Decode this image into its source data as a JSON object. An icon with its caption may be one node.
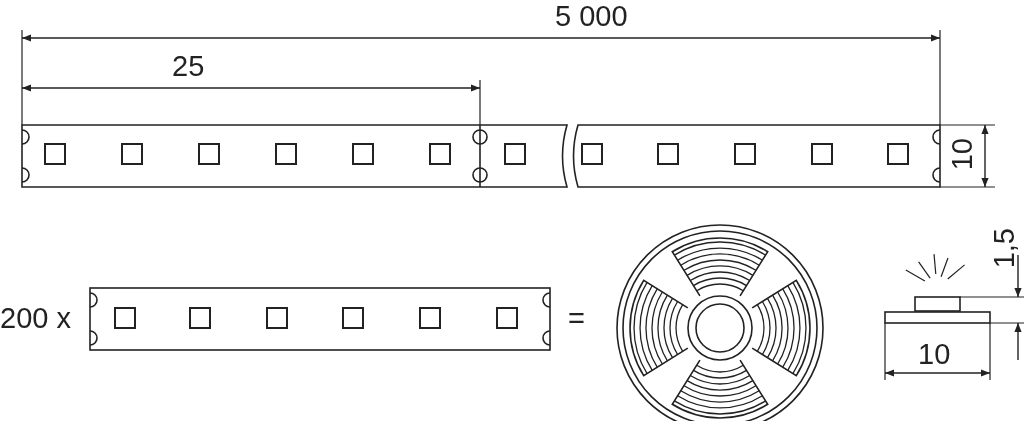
{
  "diagram": {
    "labels": [
      "5 000",
      "25",
      "10",
      "200 x",
      "=",
      "1,5",
      "10"
    ]
  }
}
